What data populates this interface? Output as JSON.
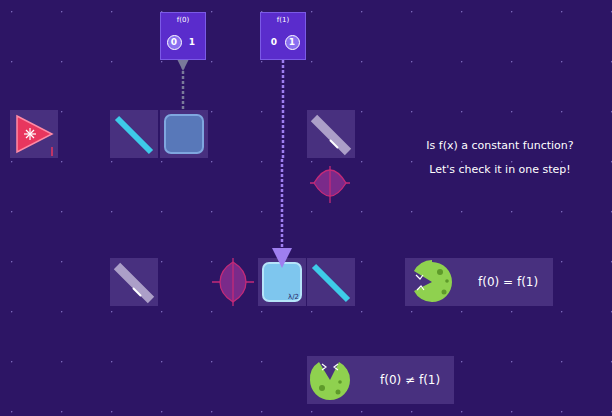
{
  "diagram": {
    "nodes": [
      {
        "text": [
          "f(0)",
          "0",
          "1"
        ]
      },
      {
        "text": [
          "f(1)",
          "0",
          "1"
        ]
      },
      {
        "text": [
          "λ/2"
        ]
      },
      {
        "text": [
          "f(0) = f(1)"
        ]
      },
      {
        "text": [
          "f(0) ≠ f(1)"
        ]
      }
    ],
    "edges": [
      {
        "from": 1,
        "to": 2,
        "arrow": "to"
      }
    ],
    "labels": [
      "Is f(x) a constant function?",
      "Let's check it in one step!"
    ]
  }
}
